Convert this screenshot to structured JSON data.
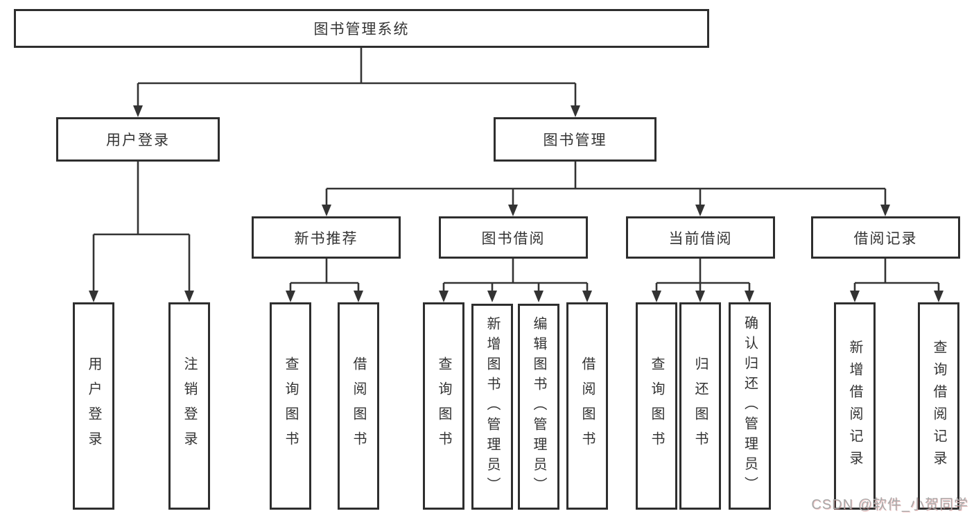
{
  "diagram": {
    "type": "hierarchy-tree",
    "tree": {
      "label": "图书管理系统",
      "children": [
        {
          "label": "用户登录",
          "children": [
            {
              "label": "用户登录"
            },
            {
              "label": "注销登录"
            }
          ]
        },
        {
          "label": "图书管理",
          "children": [
            {
              "label": "新书推荐",
              "children": [
                {
                  "label": "查询图书"
                },
                {
                  "label": "借阅图书"
                }
              ]
            },
            {
              "label": "图书借阅",
              "children": [
                {
                  "label": "查询图书"
                },
                {
                  "label": "新增图书（管理员）"
                },
                {
                  "label": "编辑图书（管理员）"
                },
                {
                  "label": "借阅图书"
                }
              ]
            },
            {
              "label": "当前借阅",
              "children": [
                {
                  "label": "查询图书"
                },
                {
                  "label": "归还图书"
                },
                {
                  "label": "确认归还（管理员）"
                }
              ]
            },
            {
              "label": "借阅记录",
              "children": [
                {
                  "label": "新增借阅记录"
                },
                {
                  "label": "查询借阅记录"
                }
              ]
            }
          ]
        }
      ]
    }
  },
  "watermark": {
    "text": "CSDN @软件_小贺同学"
  },
  "colors": {
    "line": "#333333",
    "box_border": "#2e2e2e",
    "text": "#333333",
    "watermark": "#a8a8a8",
    "background": "#ffffff"
  }
}
